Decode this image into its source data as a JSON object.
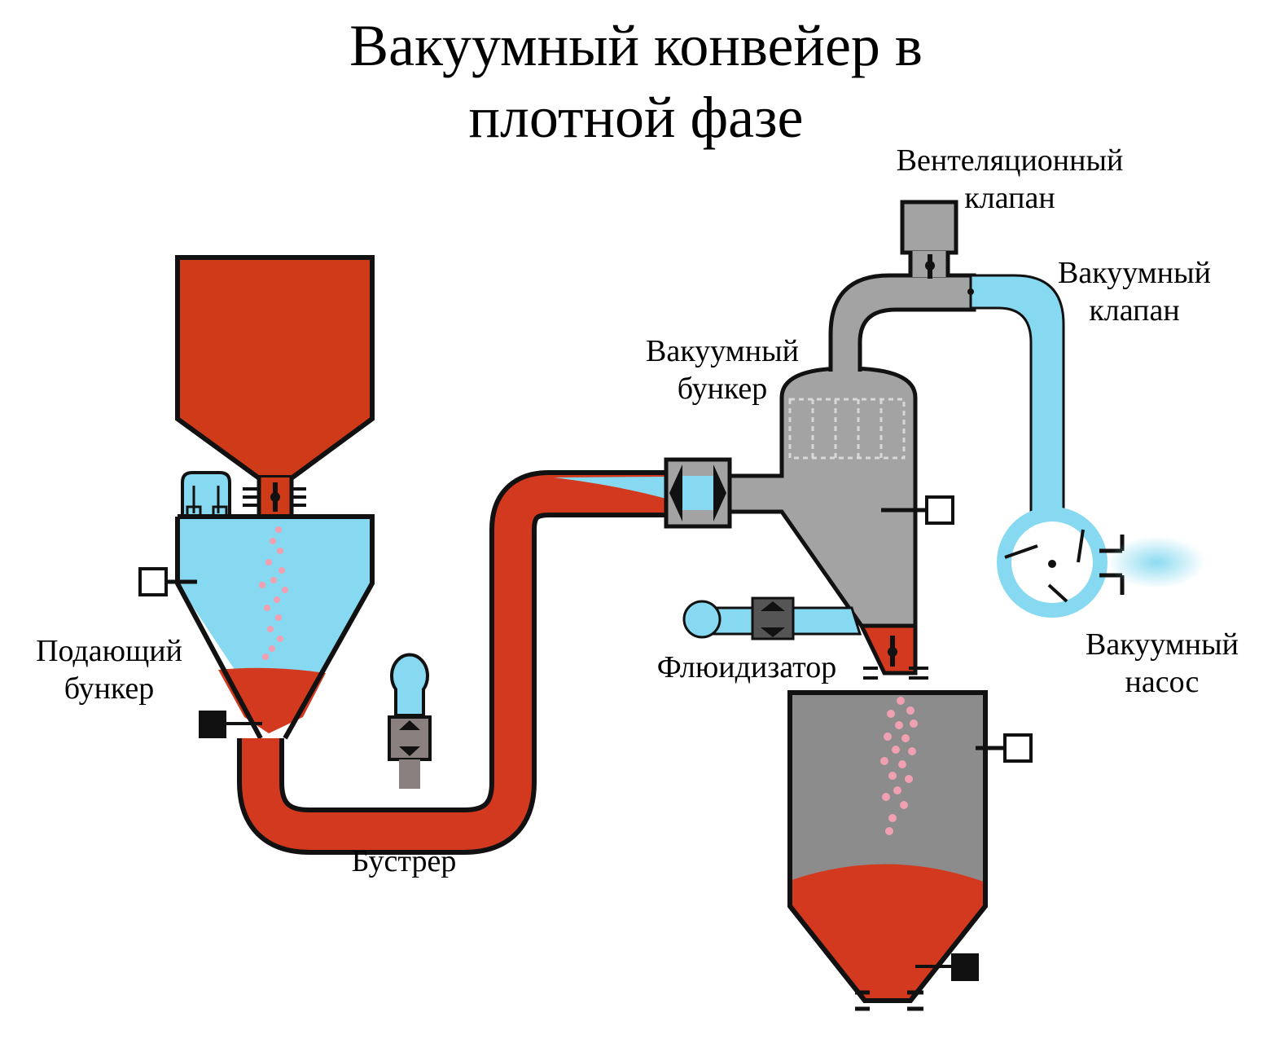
{
  "title": {
    "line1": "Вакуумный конвейер в",
    "line2": "плотной фазе"
  },
  "labels": {
    "vent_valve": [
      "Вентеляционный",
      "клапан"
    ],
    "vacuum_valve": [
      "Вакуумный",
      "клапан"
    ],
    "vacuum_hopper": [
      "Вакуумный",
      "бункер"
    ],
    "feed_hopper": [
      "Подающий",
      "бункер"
    ],
    "fluidizer": "Флюидизатор",
    "booster": "Бустрер",
    "vacuum_pump": [
      "Вакуумный",
      "насос"
    ]
  },
  "colors": {
    "material_red": "#d3391e",
    "material_red_dark": "#cf3a18",
    "air_blue": "#86d9f0",
    "vessel_gray": "#8c8c8c",
    "hopper_gray": "#a3a3a3",
    "particle_pink": "#f0a0b0",
    "outline": "#111111"
  },
  "icons": [
    "butterfly-valve-icon",
    "sensor-box-icon",
    "motor-block-icon",
    "pump-rotor-icon"
  ]
}
